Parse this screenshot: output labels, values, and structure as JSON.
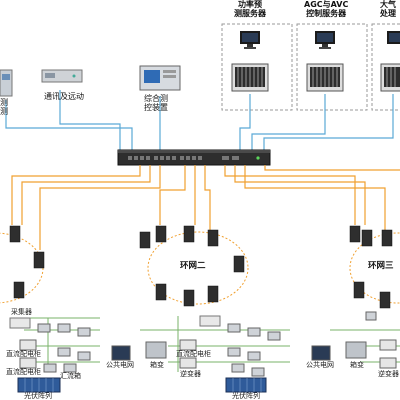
{
  "servers": [
    {
      "line1": "功率预",
      "line2": "测服务器"
    },
    {
      "line1": "AGC与AVC",
      "line2": "控制服务器"
    },
    {
      "line1": "大气",
      "line2": "处理"
    }
  ],
  "top_devices": {
    "left_cut_line1": "测",
    "left_cut_line2": "测",
    "comm": "通讯及远动",
    "combined_line1": "综合测",
    "combined_line2": "控装置"
  },
  "rings": {
    "left_cut": "",
    "center": "环网二",
    "right": "环网三"
  },
  "field_labels": {
    "collector_a": "采集器",
    "combiner_box": "直流配电柜",
    "combiner_box_2": "直流配电柜",
    "combiner_box_3": "直流配电柜",
    "inverter_box": "汇流箱",
    "pv_array": "光伏阵列",
    "public_grid": "公共电网",
    "transformer": "箱变",
    "inverter": "逆变器",
    "pv_array_2": "光伏阵列",
    "public_grid_2": "公共电网",
    "transformer_2": "箱变",
    "inverter_2": "逆变器"
  },
  "colors": {
    "fiber": "#f0a030",
    "ethernet": "#5aa9d6",
    "field": "#7ab36a",
    "switch": "#2e2e2e",
    "dash": "#9a9a9a"
  }
}
